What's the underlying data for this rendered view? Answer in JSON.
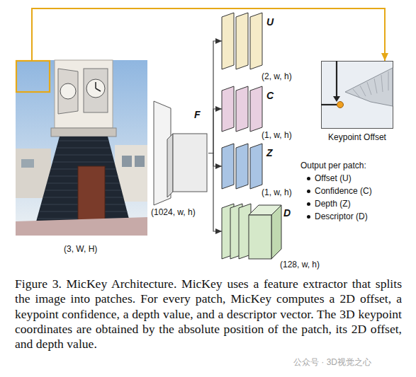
{
  "diagram": {
    "caption": "Figure 3. MicKey Architecture. MicKey uses a feature extractor that splits the image into patches. For every patch, MicKey computes a 2D offset, a keypoint confidence, a depth value, and a descriptor vector. The 3D keypoint coordinates are obtained by the absolute position of the patch, its 2D offset, and depth value.",
    "nodes": [
      {
        "text": [
          "(3, W, H)"
        ]
      },
      {
        "text": [
          "F",
          "(1024, w, h)"
        ]
      },
      {
        "text": [
          "U",
          "(2, w, h)"
        ]
      },
      {
        "text": [
          "C",
          "(1, w, h)"
        ]
      },
      {
        "text": [
          "Z",
          "(1, w, h)"
        ]
      },
      {
        "text": [
          "D",
          "(128, w, h)"
        ]
      },
      {
        "text": [
          "Keypoint Offset"
        ]
      }
    ],
    "edges": [
      {
        "from": 1,
        "to": 2,
        "arrow": "to"
      },
      {
        "from": 1,
        "to": 3,
        "arrow": "to"
      },
      {
        "from": 1,
        "to": 4,
        "arrow": "to"
      },
      {
        "from": 1,
        "to": 5,
        "arrow": "to"
      },
      {
        "from": 0,
        "to": 6,
        "arrow": "to"
      }
    ],
    "labels": [
      "Output per patch:",
      "Offset (U)",
      "Confidence (C)",
      "Depth (Z)",
      "Descriptor (D)",
      "公众号 · 3D视觉之心"
    ]
  }
}
